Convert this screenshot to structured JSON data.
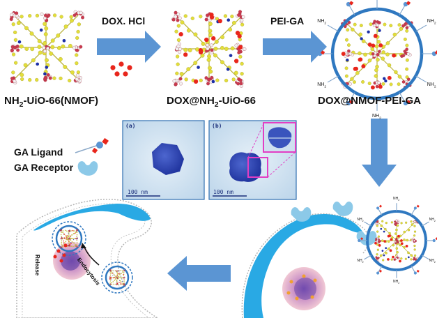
{
  "labels": {
    "nmof_prefix": "NH",
    "nmof_sub": "2",
    "nmof_suffix": "-UiO-66(NMOF)",
    "dox_prefix": "DOX@NH",
    "dox_sub": "2",
    "dox_suffix": "-UiO-66",
    "final": "DOX@NMOF-PEI-GA",
    "step1": "DOX. HCl",
    "step2": "PEI-GA",
    "ga_ligand": "GA Ligand",
    "ga_receptor": "GA Receptor",
    "release": "Release",
    "endocytosis": "Endocytosis",
    "nh2": "NH",
    "nh2_sub": "2"
  },
  "tem": {
    "panel_a": "(a)",
    "panel_b": "(b)",
    "scale_a": "100 nm",
    "scale_b": "100 nm"
  },
  "colors": {
    "arrow_blue": "#5b95d3",
    "shell_blue": "#2f78c0",
    "membrane": "#29a9e4",
    "dox_red": "#e8261c",
    "mof_yellow": "#e3de3a",
    "zr_pink": "#c93a4e",
    "highlight_magenta": "#e23ec4"
  }
}
